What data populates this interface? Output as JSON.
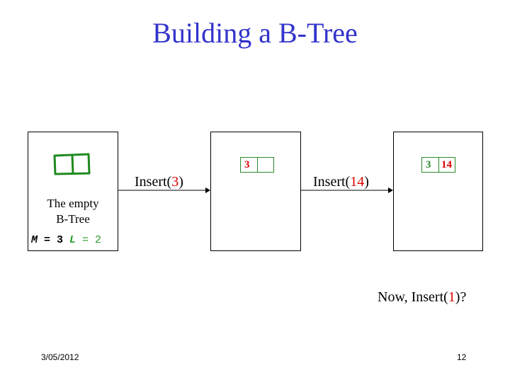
{
  "slide": {
    "title": "Building a B-Tree",
    "footer_date": "3/05/2012",
    "page_number": "12"
  },
  "panels": {
    "empty": {
      "label_line1": "The empty",
      "label_line2": "B-Tree",
      "params": {
        "m_name": "M",
        "m_eq": " = 3 ",
        "l_name": "L",
        "l_eq": " = 2"
      }
    },
    "after_first": {
      "keys": [
        "3",
        ""
      ]
    },
    "after_second": {
      "keys": [
        "3",
        "14"
      ]
    }
  },
  "operations": [
    {
      "prefix": "Insert(",
      "arg": "3",
      "suffix": ")"
    },
    {
      "prefix": "Insert(",
      "arg": "14",
      "suffix": ")"
    }
  ],
  "question": {
    "prefix": "Now, Insert(",
    "arg": "1",
    "suffix": ")?"
  },
  "colors": {
    "title": "#3333cc",
    "node_border": "#2a8a2a",
    "highlight": "#dd0000",
    "leaf_param": "#2a9a2a"
  },
  "icons": [
    "empty-node-icon",
    "arrow-right-icon"
  ]
}
